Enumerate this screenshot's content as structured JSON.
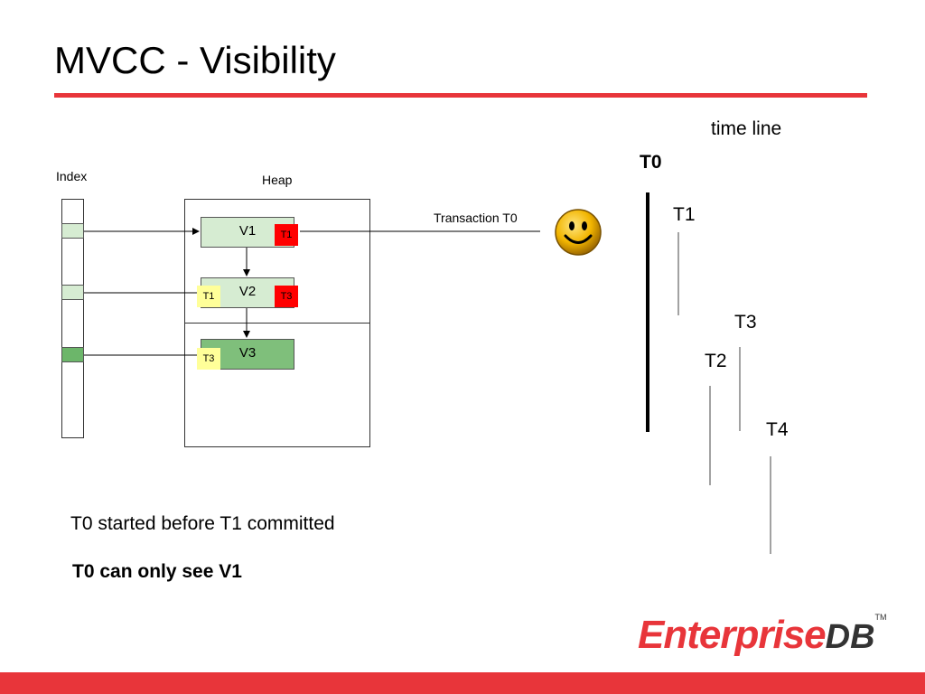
{
  "title": "MVCC - Visibility",
  "labels": {
    "index": "Index",
    "heap": "Heap",
    "transaction": "Transaction T0",
    "time_line": "time line"
  },
  "versions": {
    "v1": {
      "label": "V1",
      "xmax": "T1"
    },
    "v2": {
      "label": "V2",
      "xmin": "T1",
      "xmax": "T3"
    },
    "v3": {
      "label": "V3",
      "xmin": "T3"
    }
  },
  "timeline": {
    "t0": "T0",
    "t1": "T1",
    "t2": "T2",
    "t3": "T3",
    "t4": "T4"
  },
  "notes": {
    "line1": "T0 started before T1 committed",
    "line2": "T0 can only see V1"
  },
  "logo": {
    "brand": "Enterprise",
    "suffix": "DB",
    "tm": "TM"
  },
  "colors": {
    "accent_red": "#e8353a",
    "tag_red": "#ff0000",
    "tag_yellow": "#ffff99",
    "version_light": "#d6ecd2",
    "version_dark": "#7fbf7b",
    "index_light": "#d6ecd2",
    "index_dark": "#6cb66a"
  },
  "icons": {
    "transaction_icon": "smiley-face-icon"
  }
}
